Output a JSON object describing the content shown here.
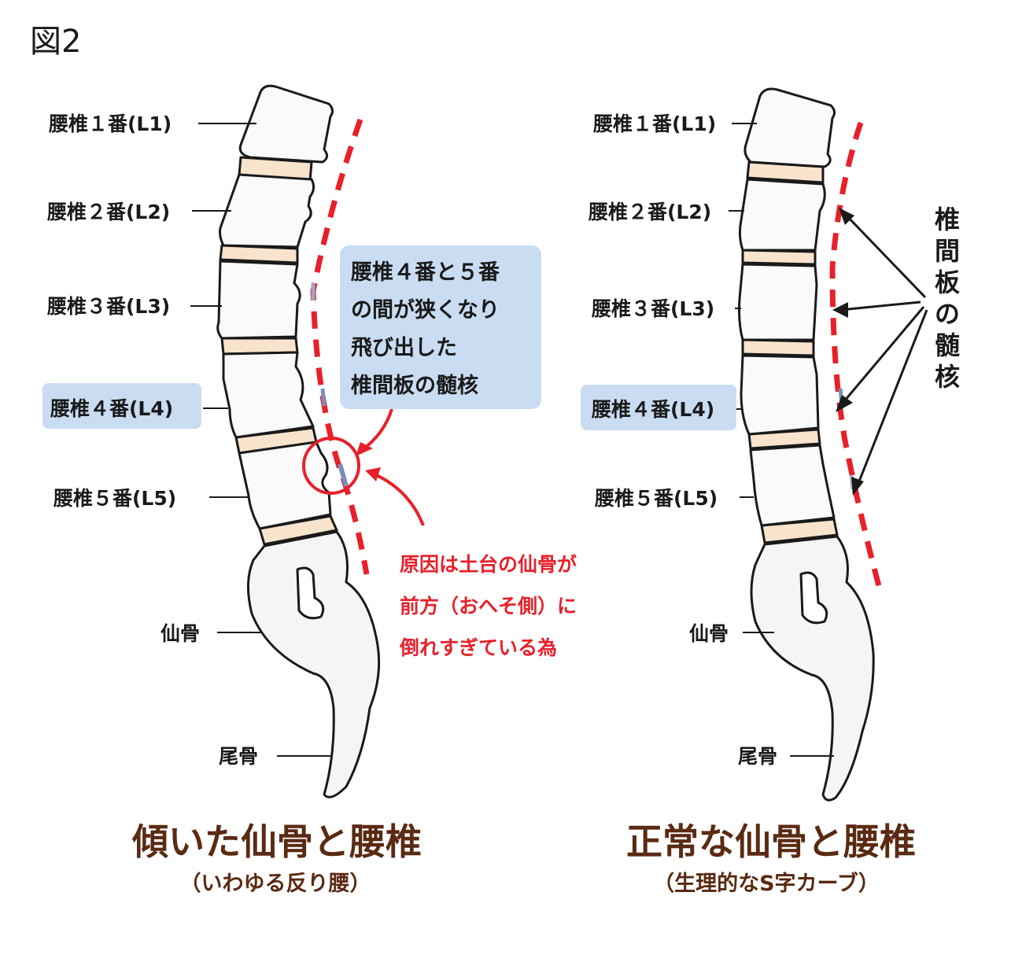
{
  "figure_label": "図2",
  "left_panel": {
    "labels": [
      "腰椎１番(L1)",
      "腰椎２番(L2)",
      "腰椎３番(L3)",
      "腰椎４番(L4)",
      "腰椎５番(L5)",
      "仙骨",
      "尾骨"
    ],
    "callout_lines": [
      "腰椎４番と５番",
      "の間が狭くなり",
      "飛び出した",
      "椎間板の髄核"
    ],
    "cause_lines": [
      "原因は土台の仙骨が",
      "前方（おへそ側）に",
      "倒れすぎている為"
    ],
    "title": "傾いた仙骨と腰椎",
    "subtitle": "（いわゆる反り腰）"
  },
  "right_panel": {
    "labels": [
      "腰椎１番(L1)",
      "腰椎２番(L2)",
      "腰椎３番(L3)",
      "腰椎４番(L4)",
      "腰椎５番(L5)",
      "仙骨",
      "尾骨"
    ],
    "vertical_chars": [
      "椎",
      "間",
      "板",
      "の",
      "髄",
      "核"
    ],
    "title": "正常な仙骨と腰椎",
    "subtitle": "（生理的なS字カーブ）"
  },
  "colors": {
    "red": "#e8202a",
    "disc": "#f8e3cc",
    "highlight": "#c9dcf1",
    "title_brown": "#5a2a12",
    "nucleus_blue": "#7a8fb8"
  }
}
